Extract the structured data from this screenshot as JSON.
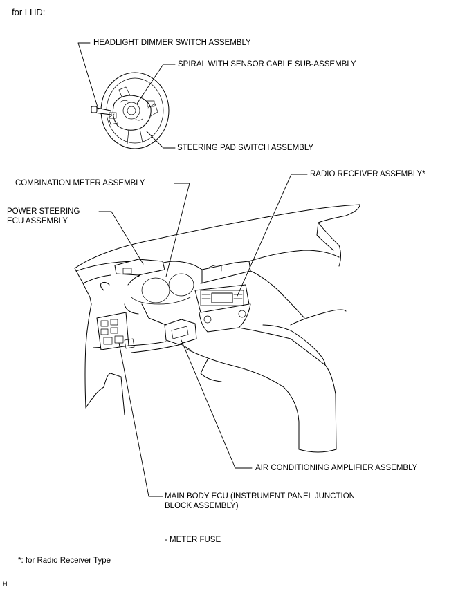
{
  "heading": "for LHD:",
  "labels": {
    "headlight_dimmer": "HEADLIGHT DIMMER SWITCH ASSEMBLY",
    "spiral_cable": "SPIRAL WITH SENSOR CABLE SUB-ASSEMBLY",
    "steering_pad": "STEERING PAD SWITCH ASSEMBLY",
    "radio_receiver": "RADIO RECEIVER ASSEMBLY*",
    "combination_meter": "COMBINATION METER ASSEMBLY",
    "power_steering_ecu": "POWER STEERING\nECU ASSEMBLY",
    "air_conditioning_amp": "AIR CONDITIONING AMPLIFIER ASSEMBLY",
    "main_body_ecu": "MAIN BODY ECU (INSTRUMENT PANEL JUNCTION\nBLOCK ASSEMBLY)",
    "meter_fuse": "- METER FUSE"
  },
  "footnote": "*: for Radio Receiver Type",
  "corner_mark": "H"
}
